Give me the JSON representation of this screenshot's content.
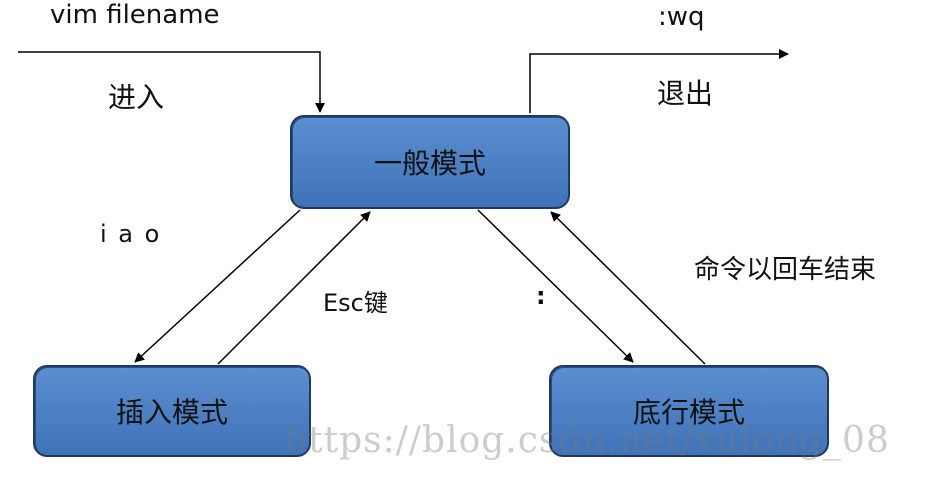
{
  "nodes": {
    "normal": "一般模式",
    "insert": "插入模式",
    "last_line": "底行模式"
  },
  "labels": {
    "vim_command": "vim filename",
    "enter": "进入",
    "wq_command": ":wq",
    "exit": "退出",
    "insert_keys": "i a o",
    "esc_key": "Esc键",
    "colon": ":",
    "command_ends": "命令以回车结束"
  },
  "watermark": "https://blog.csdn.net/xulong_08",
  "colors": {
    "box_fill": "#4a80c4",
    "box_border": "#1f3a5f",
    "arrow": "#000000"
  }
}
